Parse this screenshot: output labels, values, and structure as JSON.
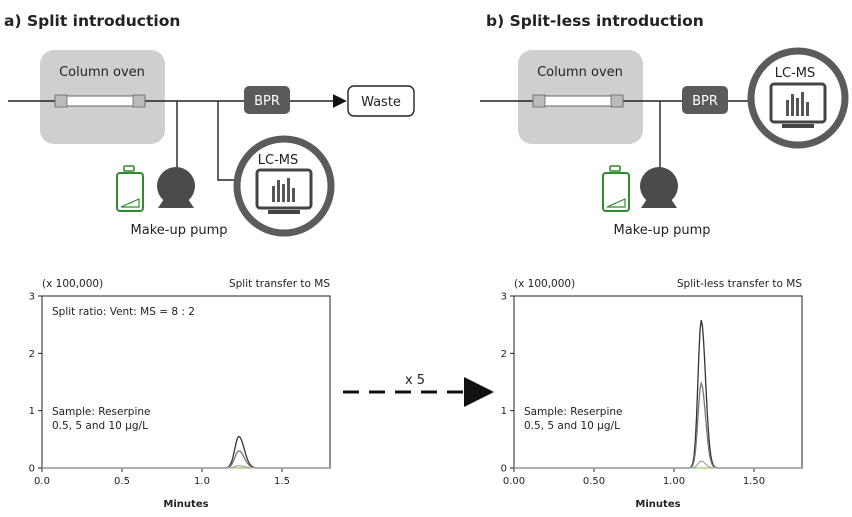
{
  "colors": {
    "oven_fill": "#cfcfcf",
    "bpr_fill": "#5a5a5a",
    "pump_fill": "#4b4b4b",
    "bottle_green": "#2e8b2e",
    "lcms_ring": "#5b5b5b",
    "trace_dark": "#333333",
    "trace_mid": "#777777",
    "trace_light": "#aaaaaa",
    "baseline_green": "#7dc242"
  },
  "panel_a": {
    "title": "a) Split introduction",
    "column_oven": "Column oven",
    "bpr": "BPR",
    "waste": "Waste",
    "lcms": "LC-MS",
    "makeup_pump": "Make-up pump"
  },
  "panel_b": {
    "title": "b) Split-less introduction",
    "column_oven": "Column oven",
    "bpr": "BPR",
    "lcms": "LC-MS",
    "makeup_pump": "Make-up pump"
  },
  "arrow_label": "x 5",
  "chart_data": [
    {
      "type": "line",
      "title": "Split transfer to MS",
      "multiplier": "(x 100,000)",
      "note1": "Split ratio: Vent: MS = 8 : 2",
      "note2": "Sample: Reserpine",
      "note3": "0.5, 5 and 10 µg/L",
      "xlabel": "Minutes",
      "xlim": [
        0.0,
        1.8
      ],
      "ylim": [
        0,
        3
      ],
      "xticks": [
        0.0,
        0.5,
        1.0,
        1.5
      ],
      "xtick_labels": [
        "0.0",
        "0.5",
        "1.0",
        "1.5"
      ],
      "yticks": [
        0,
        1,
        2,
        3
      ],
      "ytick_labels": [
        "0",
        "1",
        "2",
        "3"
      ],
      "peak_rt": 1.23,
      "peak_width": 0.025,
      "series": [
        {
          "conc": "10 µg/L",
          "peak_height": 0.55,
          "color_key": "trace_dark"
        },
        {
          "conc": "5 µg/L",
          "peak_height": 0.3,
          "color_key": "trace_mid"
        },
        {
          "conc": "0.5 µg/L",
          "peak_height": 0.04,
          "color_key": "trace_light"
        }
      ]
    },
    {
      "type": "line",
      "title": "Split-less transfer to MS",
      "multiplier": "(x 100,000)",
      "note1": "",
      "note2": "Sample: Reserpine",
      "note3": "0.5, 5 and 10 µg/L",
      "xlabel": "Minutes",
      "xlim": [
        0.0,
        1.8
      ],
      "ylim": [
        0,
        3
      ],
      "xticks": [
        0.0,
        0.5,
        1.0,
        1.5
      ],
      "xtick_labels": [
        "0.00",
        "0.50",
        "1.00",
        "1.50"
      ],
      "yticks": [
        0,
        1,
        2,
        3
      ],
      "ytick_labels": [
        "0",
        "1",
        "2",
        "3"
      ],
      "peak_rt": 1.17,
      "peak_width": 0.02,
      "series": [
        {
          "conc": "10 µg/L",
          "peak_height": 2.58,
          "color_key": "trace_dark"
        },
        {
          "conc": "5 µg/L",
          "peak_height": 1.48,
          "color_key": "trace_mid"
        },
        {
          "conc": "0.5 µg/L",
          "peak_height": 0.12,
          "color_key": "trace_light"
        }
      ]
    }
  ]
}
